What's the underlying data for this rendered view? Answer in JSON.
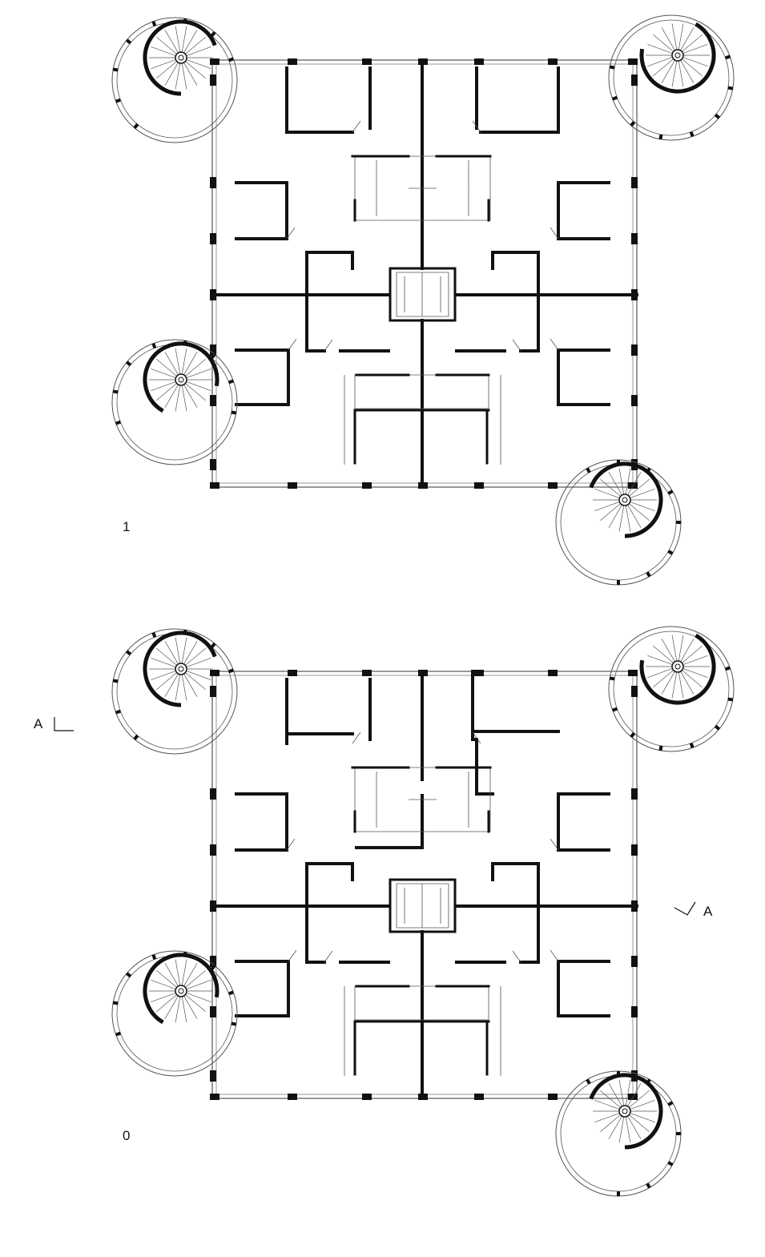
{
  "plans": [
    {
      "level_label": "1"
    },
    {
      "level_label": "0"
    }
  ],
  "section_markers": [
    {
      "label": "A"
    },
    {
      "label": "A"
    }
  ],
  "colors": {
    "wall": "#111111",
    "thin": "#555555",
    "background": "#ffffff"
  }
}
